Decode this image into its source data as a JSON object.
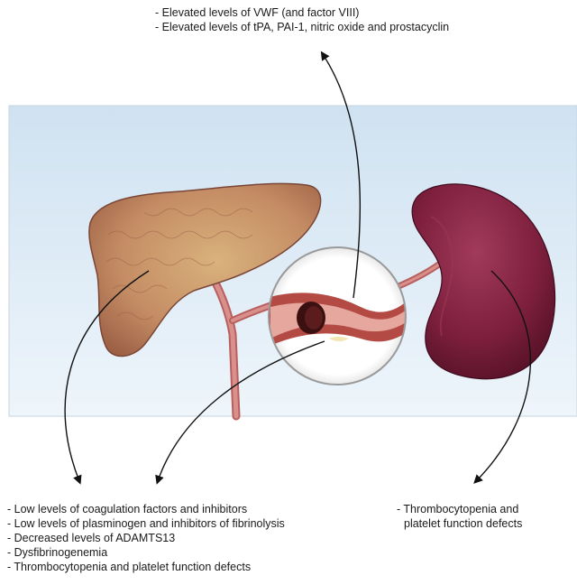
{
  "top_notes": [
    "- Elevated levels of VWF (and factor VIII)",
    "- Elevated levels of tPA, PAI-1, nitric oxide and prostacyclin"
  ],
  "bottom_left_notes": [
    "- Low levels of coagulation factors and inhibitors",
    "- Low levels of plasminogen and inhibitors of fibrinolysis",
    "- Decreased levels of ADAMTS13",
    "- Dysfibrinogenemia",
    "- Thrombocytopenia and platelet function defects"
  ],
  "bottom_right_notes": [
    "- Thrombocytopenia and",
    "platelet function defects"
  ],
  "colors": {
    "panel_background": "#dbeaf6",
    "liver": "#c8946a",
    "spleen": "#7a1f3a",
    "vessel": "#c87a78",
    "arrow": "#111111"
  },
  "icons": [
    "liver",
    "spleen",
    "vessel-magnifier",
    "curved-arrow"
  ]
}
